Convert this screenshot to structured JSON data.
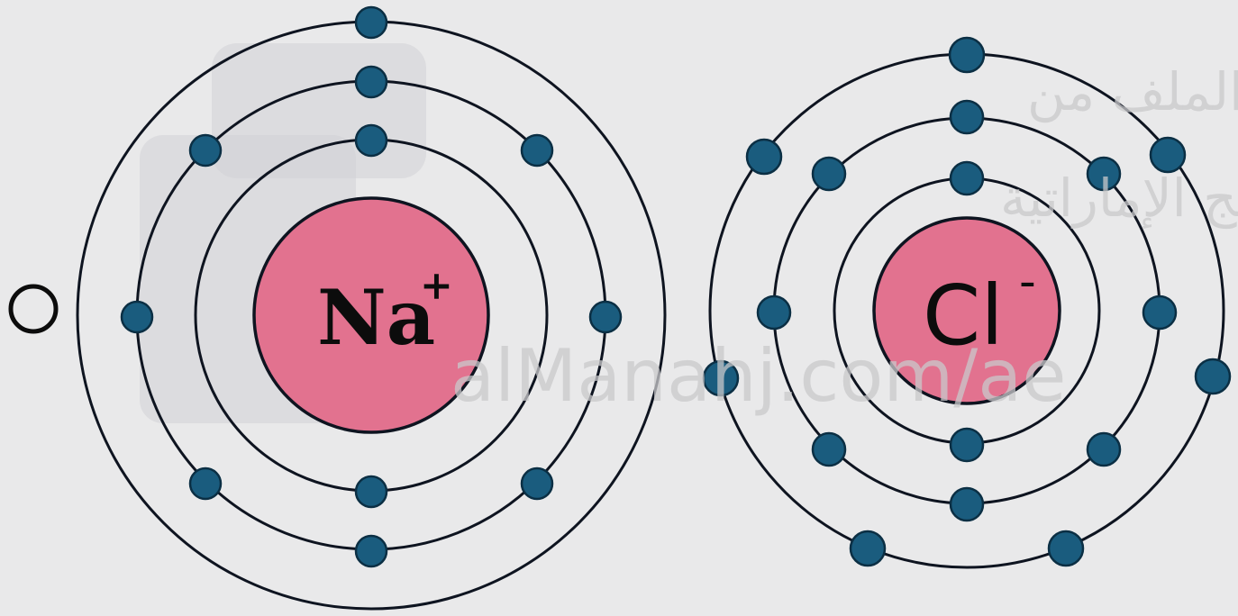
{
  "sodium": {
    "symbol": "Na",
    "charge": "+"
  },
  "chlorine": {
    "symbol": "Cl",
    "charge": "-"
  },
  "watermark": {
    "line1": "تم تحميل هذا الملف من",
    "line2": "موقع المناهج الإماراتية",
    "line3": "alManahj.com/ae"
  },
  "colors": {
    "background": "#e9e9ea",
    "nucleus": "#e2728f",
    "electron": "#1a5c7e",
    "ring": "#0e1420"
  }
}
